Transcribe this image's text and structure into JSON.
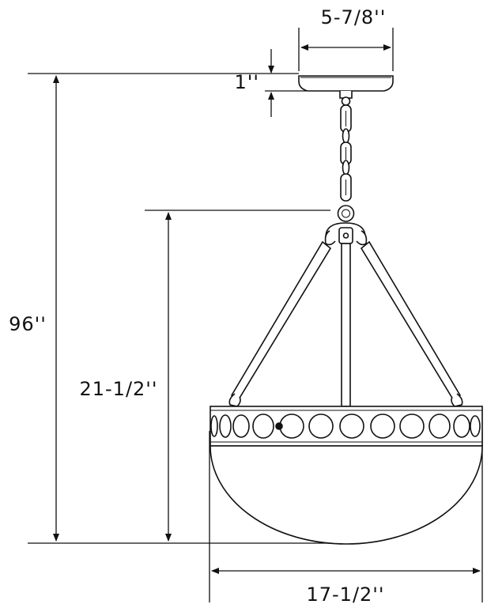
{
  "dimensions": {
    "canopy_width": "5-7/8''",
    "canopy_height": "1''",
    "overall_height": "96''",
    "fixture_height": "21-1/2''",
    "fixture_width": "17-1/2''"
  },
  "colors": {
    "line": "#111111",
    "background": "#ffffff"
  }
}
